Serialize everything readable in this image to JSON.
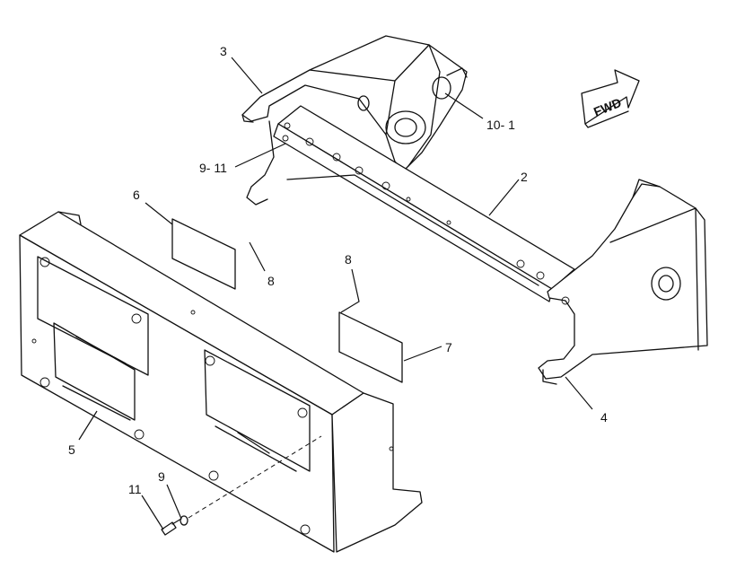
{
  "callouts": {
    "c2": "2",
    "c3": "3",
    "c4": "4",
    "c5": "5",
    "c6": "6",
    "c7": "7",
    "c8a": "8",
    "c8b": "8",
    "c9": "9",
    "c10_1": "10- 1",
    "c9_11": "9- 11",
    "c11": "11"
  },
  "direction_arrow": {
    "label": "FWD"
  }
}
